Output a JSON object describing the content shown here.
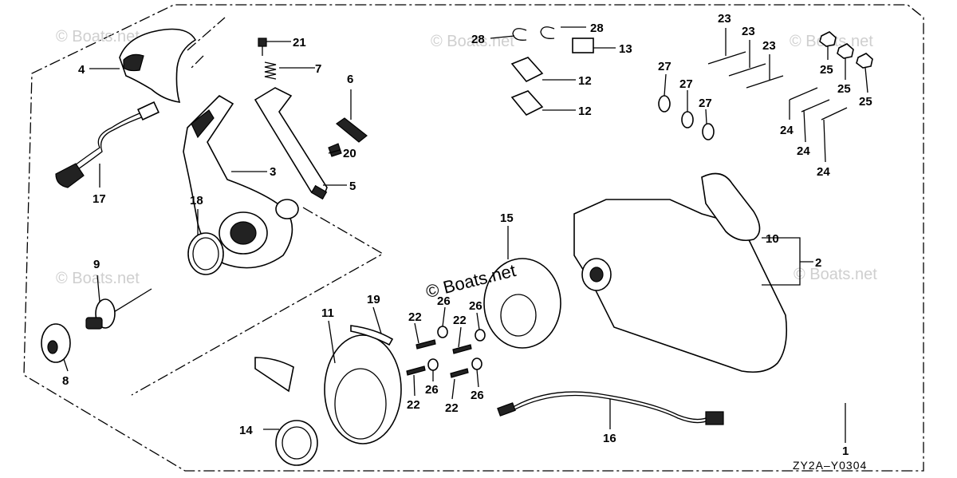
{
  "diagram_code": "ZY2A–Y0304",
  "watermark_main": "© Boats.net",
  "watermark_faint": "© Boats.net",
  "callouts": {
    "c1": "1",
    "c2": "2",
    "c3": "3",
    "c4": "4",
    "c5": "5",
    "c6": "6",
    "c7": "7",
    "c8": "8",
    "c9": "9",
    "c10": "10",
    "c11": "11",
    "c12a": "12",
    "c12b": "12",
    "c13": "13",
    "c14": "14",
    "c15": "15",
    "c16": "16",
    "c17": "17",
    "c18": "18",
    "c19": "19",
    "c20": "20",
    "c21": "21",
    "c22a": "22",
    "c22b": "22",
    "c22c": "22",
    "c22d": "22",
    "c23a": "23",
    "c23b": "23",
    "c23c": "23",
    "c24a": "24",
    "c24b": "24",
    "c24c": "24",
    "c25a": "25",
    "c25b": "25",
    "c25c": "25",
    "c26a": "26",
    "c26b": "26",
    "c26c": "26",
    "c26d": "26",
    "c27a": "27",
    "c27b": "27",
    "c27c": "27",
    "c28a": "28",
    "c28b": "28"
  }
}
